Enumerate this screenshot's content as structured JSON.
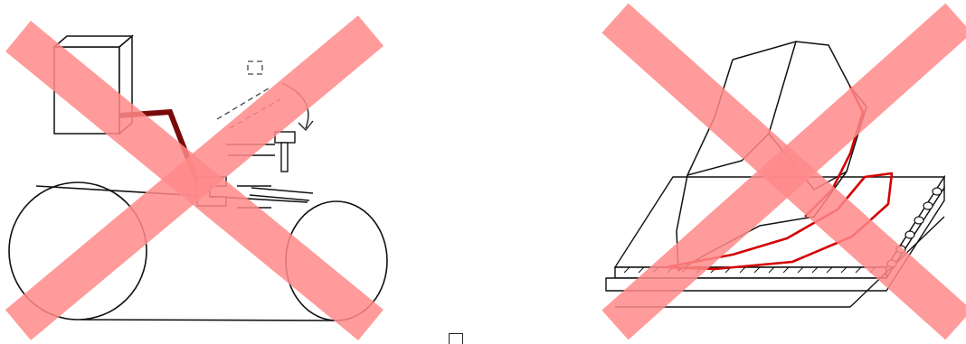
{
  "figure": {
    "panels": [
      {
        "id": "left",
        "description_icon": "conveyor-with-scraper-diagram",
        "status": "crossed-out"
      },
      {
        "id": "right",
        "description_icon": "conveyor-belt-material-pile-diagram",
        "status": "crossed-out"
      }
    ],
    "colors": {
      "cross": "#ff8a8a",
      "line": "#111111",
      "highlight": "#b00000",
      "red_outline": "#d40000"
    }
  }
}
